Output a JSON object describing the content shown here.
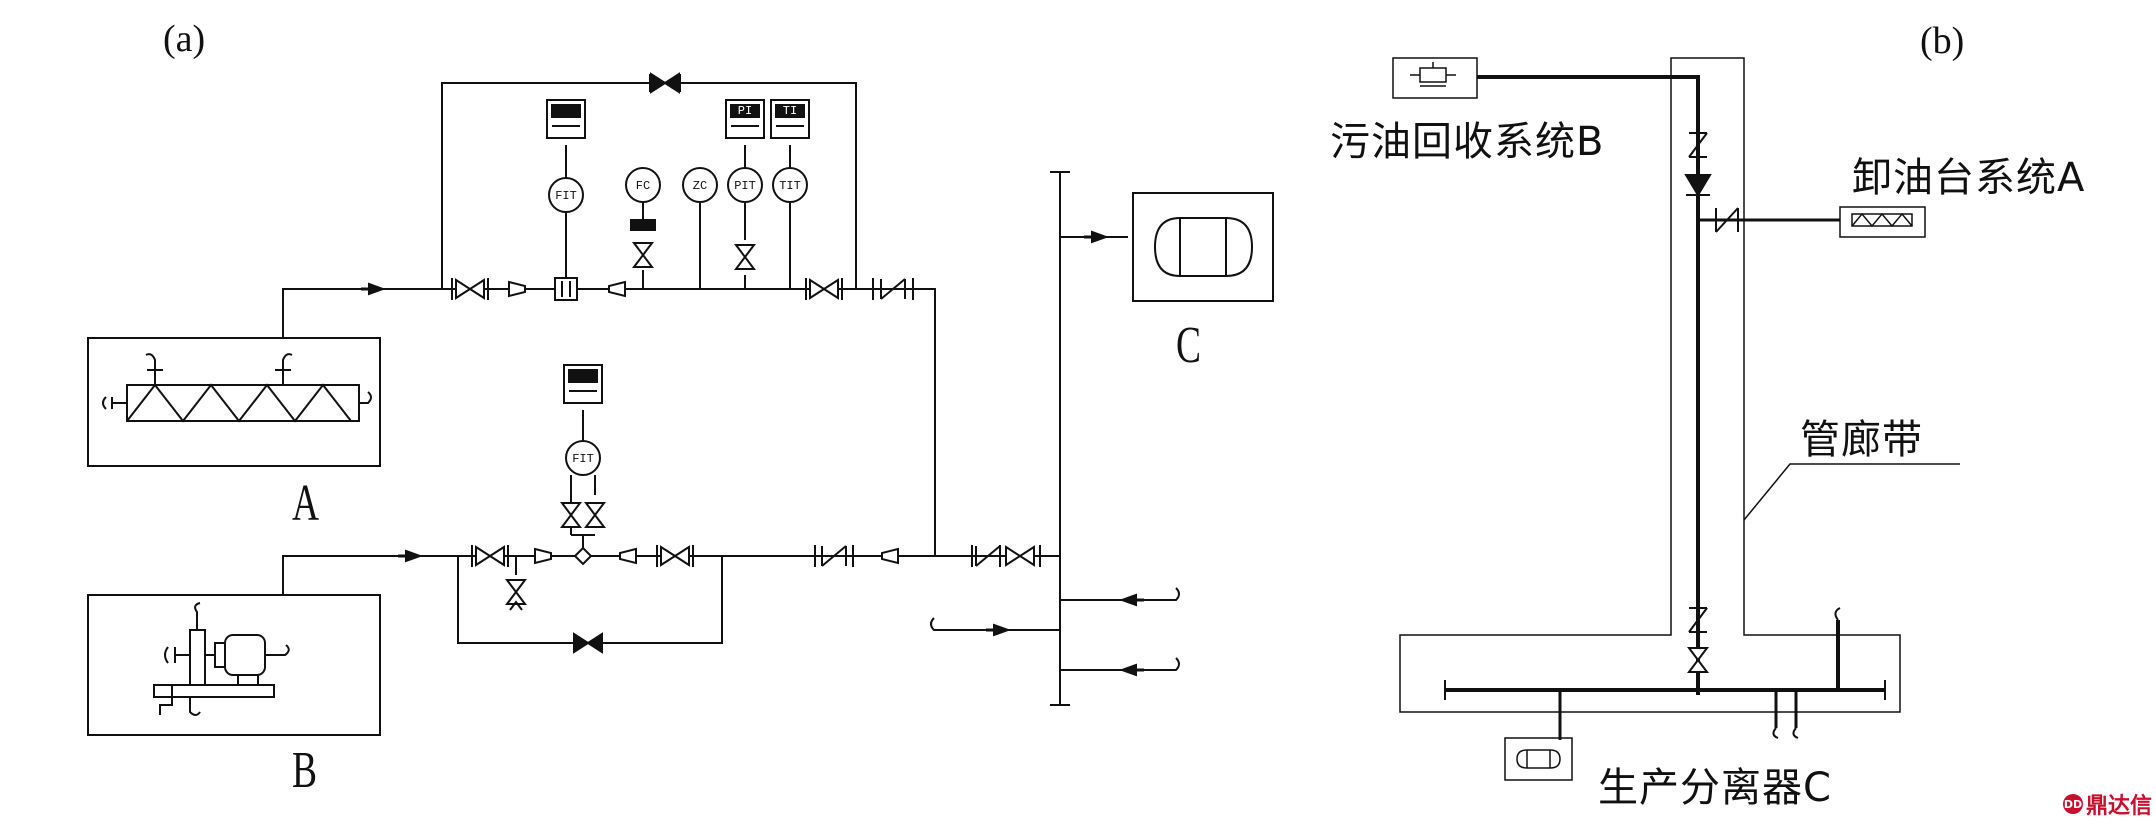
{
  "panel_a": {
    "label": "(a)",
    "unit_a": "A",
    "unit_b": "B",
    "unit_c": "C",
    "instruments": {
      "fit_top": "FIT",
      "fc": "FC",
      "zc": "ZC",
      "pit": "PIT",
      "tit": "TIT",
      "fit_bottom": "FIT",
      "pi_display": "PI",
      "ti_display": "TI"
    }
  },
  "panel_b": {
    "label": "(b)",
    "system_b": "污油回收系统B",
    "system_a": "卸油台系统A",
    "pipe_rack": "管廊带",
    "separator_c": "生产分离器C"
  },
  "watermark": {
    "text": "鼎达信",
    "icon": "dd-logo-icon",
    "color": "#c8102e"
  },
  "colors": {
    "line": "#111111",
    "background": "#ffffff"
  }
}
